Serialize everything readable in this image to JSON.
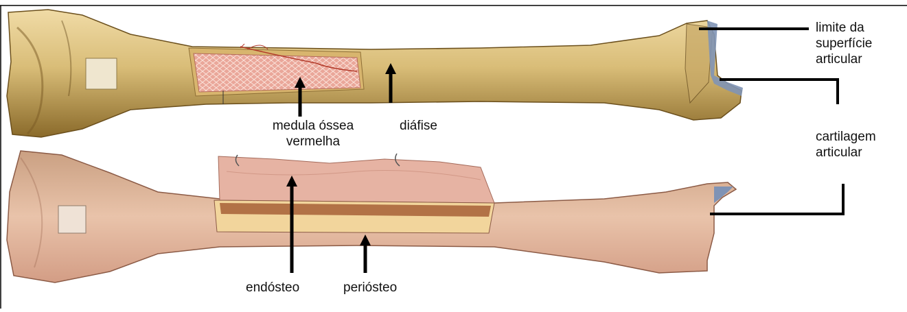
{
  "labels": {
    "limite": "limite da\nsuperfície\narticular",
    "medula": "medula óssea\nvermelha",
    "diafise": "diáfise",
    "cartilagem": "cartilagem\narticular",
    "endosteo": "endósteo",
    "periosteo": "periósteo"
  },
  "colors": {
    "bone_top": "#d9bd78",
    "bone_top_dark": "#8a6a2a",
    "marrow": "#e7a08e",
    "bone_bottom": "#e2b49a",
    "bone_bottom_dark": "#a9735a",
    "periosteum_flap": "#e6b3a3",
    "cortex_yellow": "#f2d59c",
    "cavity": "#b27246",
    "cartilage": "#7f93b5",
    "arrow": "#000000"
  }
}
